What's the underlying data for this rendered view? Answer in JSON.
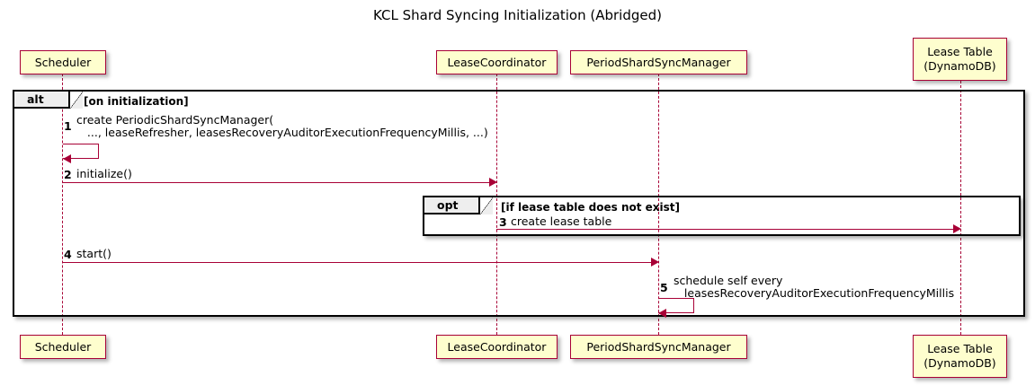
{
  "diagram": {
    "title": "KCL Shard Syncing Initialization (Abridged)",
    "type": "uml-sequence-diagram",
    "colors": {
      "participant_fill": "#FEFECE",
      "participant_border": "#A80036",
      "message_line": "#A80036",
      "frame_border": "#000000",
      "frame_tab_fill": "#EEEEEE",
      "background": "#FFFFFF",
      "text": "#000000"
    }
  },
  "participants": [
    {
      "id": "scheduler",
      "label": "Scheduler"
    },
    {
      "id": "lease_coordinator",
      "label": "LeaseCoordinator"
    },
    {
      "id": "period_shard_sync_manager",
      "label": "PeriodShardSyncManager"
    },
    {
      "id": "lease_table",
      "label": "Lease Table\n(DynamoDB)"
    }
  ],
  "frames": [
    {
      "id": "alt-frame",
      "operator": "alt",
      "guard": "[on initialization]"
    },
    {
      "id": "opt-frame",
      "operator": "opt",
      "guard": "[if lease table does not exist]"
    }
  ],
  "messages": [
    {
      "seq": "1",
      "from": "scheduler",
      "to": "scheduler",
      "self": true,
      "label": "create PeriodicShardSyncManager(\n   ..., leaseRefresher, leasesRecoveryAuditorExecutionFrequencyMillis, ...)"
    },
    {
      "seq": "2",
      "from": "scheduler",
      "to": "lease_coordinator",
      "self": false,
      "label": "initialize()"
    },
    {
      "seq": "3",
      "from": "lease_coordinator",
      "to": "lease_table",
      "self": false,
      "label": "create lease table"
    },
    {
      "seq": "4",
      "from": "scheduler",
      "to": "period_shard_sync_manager",
      "self": false,
      "label": "start()"
    },
    {
      "seq": "5",
      "from": "period_shard_sync_manager",
      "to": "period_shard_sync_manager",
      "self": true,
      "label": "schedule self every\n   leasesRecoveryAuditorExecutionFrequencyMillis"
    }
  ]
}
